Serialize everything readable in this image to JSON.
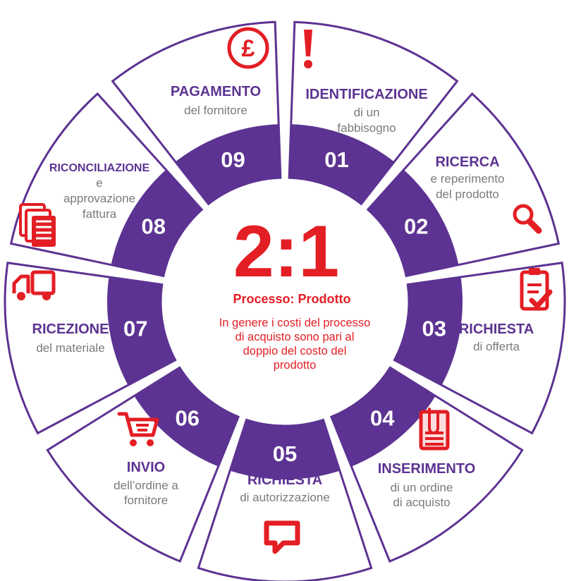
{
  "colors": {
    "purple": "#5c3392",
    "red": "#e31e24",
    "grey": "#7a7a7a",
    "border": "#5c3392"
  },
  "center": {
    "ratio": "2:1",
    "title": "Processo: Prodotto",
    "text_lines": [
      "In genere i costi del processo",
      "di acquisto sono pari al",
      "doppio del costo del",
      "prodotto"
    ]
  },
  "segments": [
    {
      "number": "01",
      "title": "IDENTIFICAZIONE",
      "desc": [
        "di un",
        "fabbisogno"
      ],
      "icon": "exclamation-icon"
    },
    {
      "number": "02",
      "title": "RICERCA",
      "desc": [
        "e reperimento",
        "del prodotto"
      ],
      "icon": "magnifier-icon"
    },
    {
      "number": "03",
      "title": "RICHIESTA",
      "desc": [
        "di offerta"
      ],
      "icon": "clipboard-check-icon"
    },
    {
      "number": "04",
      "title": "INSERIMENTO",
      "desc": [
        "di un ordine",
        "di acquisto"
      ],
      "icon": "document-clip-icon"
    },
    {
      "number": "05",
      "title": "RICHIESTA",
      "desc": [
        "di autorizzazione"
      ],
      "icon": "speech-bubble-icon"
    },
    {
      "number": "06",
      "title": "INVIO",
      "desc": [
        "dell’ordine a",
        "fornitore"
      ],
      "icon": "shopping-cart-icon"
    },
    {
      "number": "07",
      "title": "RICEZIONE",
      "desc": [
        "del materiale"
      ],
      "icon": "delivery-truck-icon"
    },
    {
      "number": "08",
      "title": "RICONCILIAZIONE",
      "desc": [
        "e",
        "approvazione",
        "fattura"
      ],
      "icon": "documents-stack-icon"
    },
    {
      "number": "09",
      "title": "PAGAMENTO",
      "desc": [
        "del fornitore"
      ],
      "icon": "pound-coin-icon"
    }
  ]
}
